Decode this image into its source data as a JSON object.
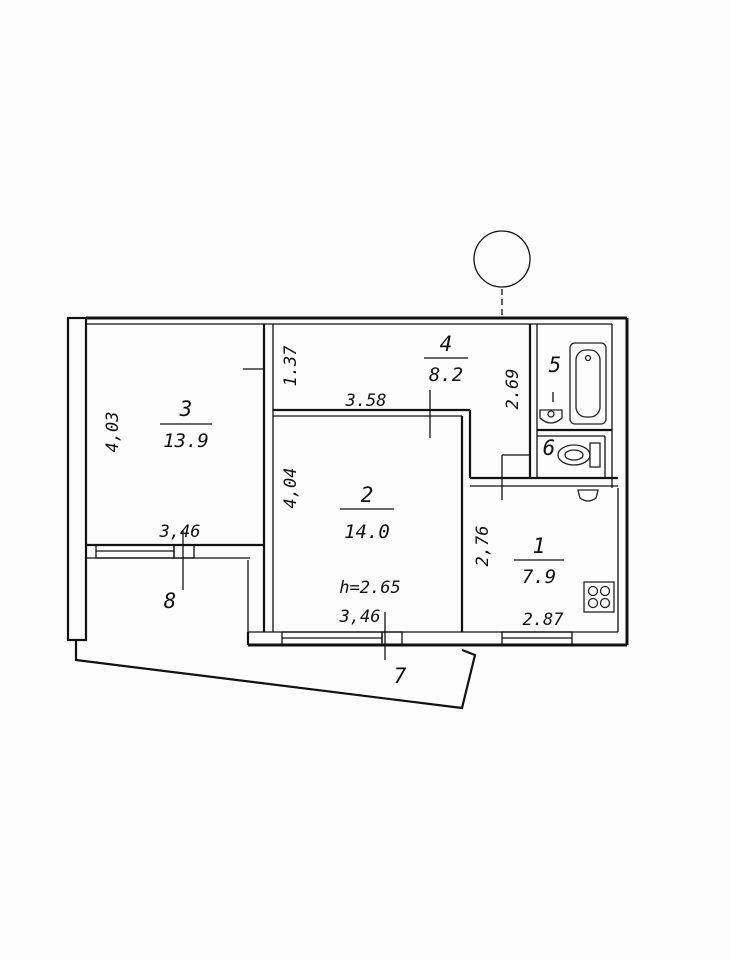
{
  "plan": {
    "rooms": [
      {
        "number": "1",
        "area": "7.9"
      },
      {
        "number": "2",
        "area": "14.0"
      },
      {
        "number": "3",
        "area": "13.9"
      },
      {
        "number": "4",
        "area": "8.2"
      },
      {
        "number": "5"
      },
      {
        "number": "6"
      },
      {
        "number": "7"
      },
      {
        "number": "8"
      }
    ],
    "ceiling_height": "h=2.65",
    "dimensions": {
      "room3_height": "4,03",
      "room3_width": "3,46",
      "room2_height": "4,04",
      "room2_width": "3,46",
      "corridor_width": "1.37",
      "hall_length": "3.58",
      "hall_height": "2.69",
      "kitchen_height": "2,76",
      "kitchen_width": "2.87"
    }
  }
}
